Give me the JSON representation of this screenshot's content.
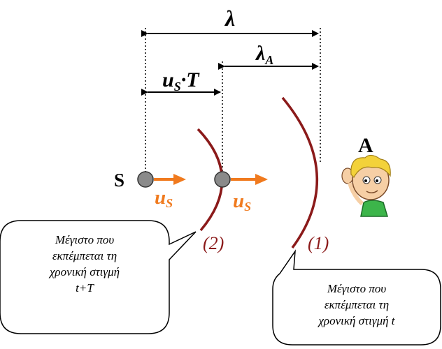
{
  "labels": {
    "lambda": "λ",
    "lambda_a_main": "λ",
    "lambda_a_sub": "A",
    "us_t_main": "u",
    "us_t_sub": "S",
    "us_t_tail": "·T",
    "source": "S",
    "listener": "A",
    "velocity_main": "u",
    "velocity_sub": "S",
    "crest_2": "(2)",
    "crest_1": "(1)"
  },
  "callouts": {
    "left": [
      "Μέγιστο που",
      "εκπέμπεται τη",
      "χρονική στιγμή",
      "t+T"
    ],
    "right": [
      "Μέγιστο που",
      "εκπέμπεται τη",
      "χρονική στιγμή t"
    ]
  },
  "colors": {
    "wavefront": "#8b1a1a",
    "arrow": "#f07a1e",
    "source_dot": "#8a8a8a",
    "text": "#000000"
  },
  "icons": {
    "listener": "cartoon-boy-listening-icon"
  }
}
